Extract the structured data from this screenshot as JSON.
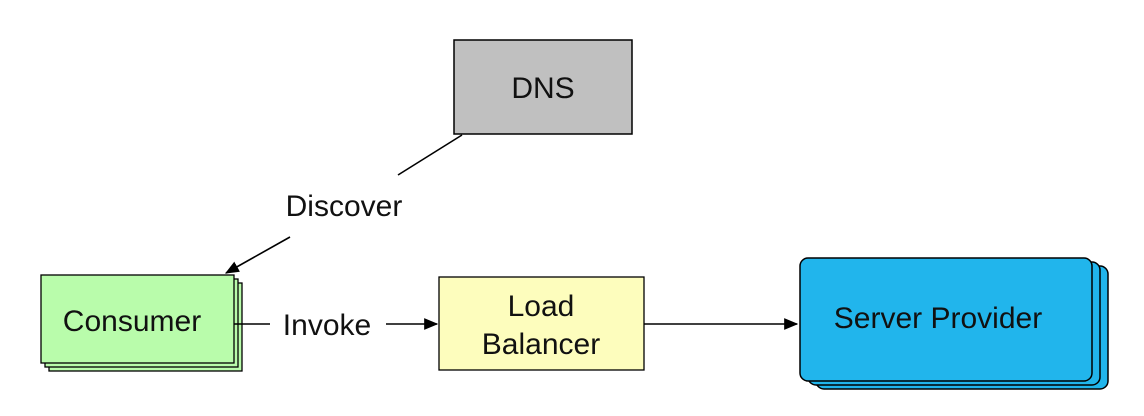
{
  "nodes": {
    "dns": {
      "label": "DNS",
      "fill": "#c0c0c0"
    },
    "consumer": {
      "label": "Consumer",
      "fill": "#b9fcab"
    },
    "load_balancer": {
      "line1": "Load",
      "line2": "Balancer",
      "fill": "#fdfdbd"
    },
    "server_provider": {
      "label": "Server Provider",
      "fill": "#21b5ec"
    }
  },
  "edges": {
    "discover": {
      "label": "Discover"
    },
    "invoke": {
      "label": "Invoke"
    }
  }
}
